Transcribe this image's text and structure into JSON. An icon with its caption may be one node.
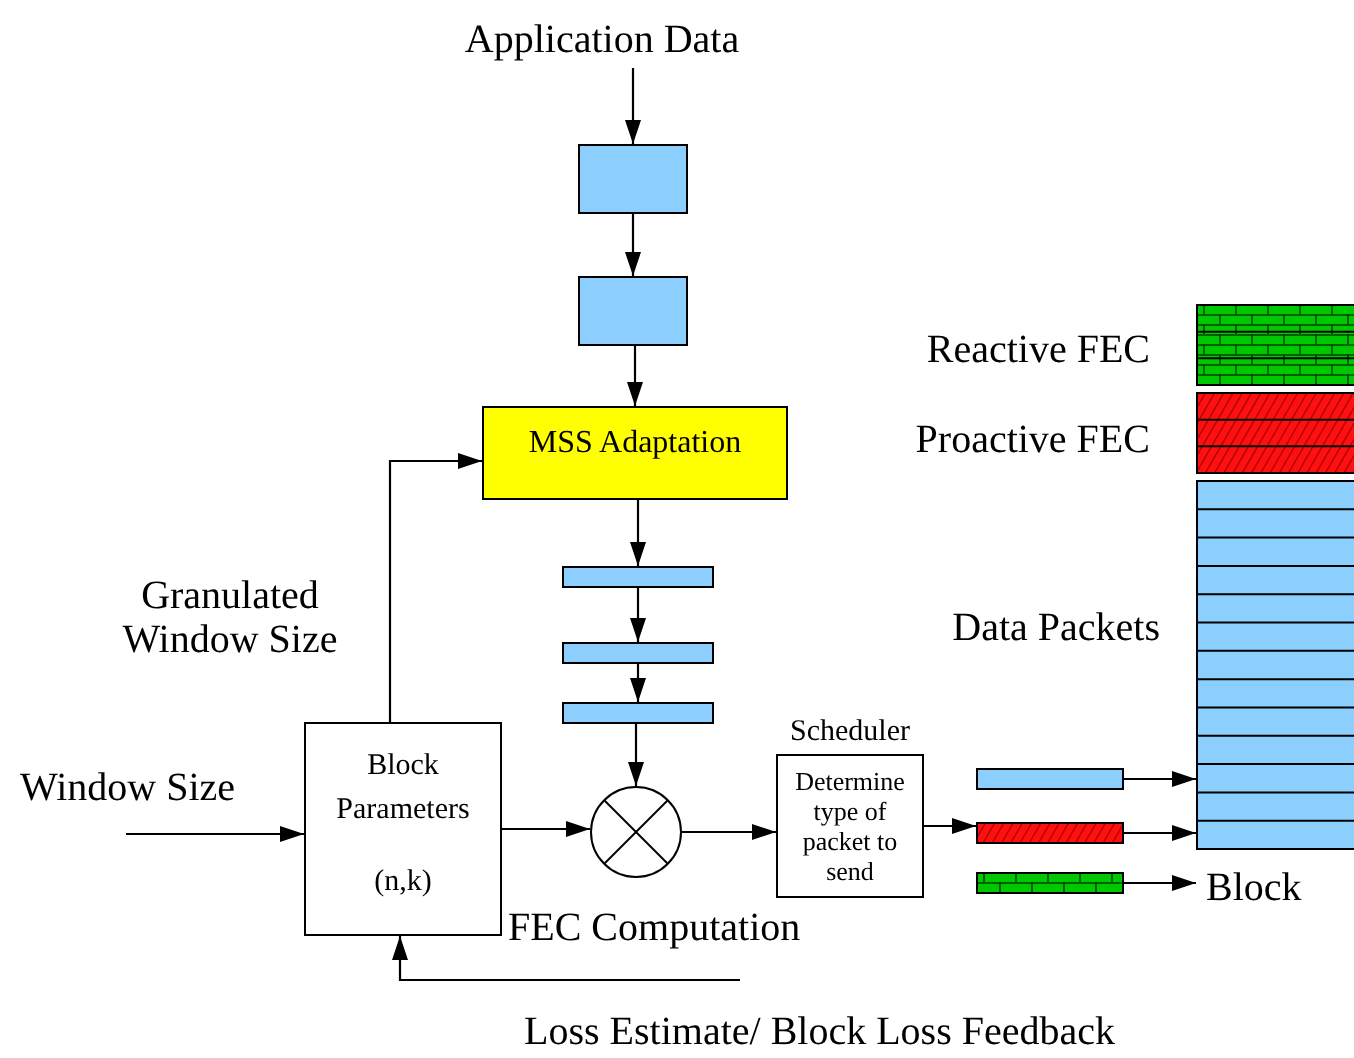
{
  "diagram": {
    "nodes": [
      {
        "text": [
          "Application Data"
        ]
      },
      {
        "text": [],
        "shape": "box"
      },
      {
        "text": [],
        "shape": "box"
      },
      {
        "text": [
          "MSS Adaptation"
        ]
      },
      {
        "text": [],
        "shape": "bar"
      },
      {
        "text": [],
        "shape": "bar"
      },
      {
        "text": [],
        "shape": "bar"
      },
      {
        "text": [
          "Block Parameters",
          "(n,k)"
        ]
      },
      {
        "text": [],
        "shape": "circle"
      },
      {
        "text": [
          "Scheduler",
          "Determine type of packet to send"
        ]
      },
      {
        "text": [],
        "shape": "bar"
      },
      {
        "text": [],
        "shape": "bar"
      },
      {
        "text": [],
        "shape": "bar"
      },
      {
        "text": [
          "Block"
        ]
      },
      {
        "text": [],
        "shape": "bar",
        "in": 13,
        "beside": [
          "Reactive FEC"
        ]
      },
      {
        "text": [],
        "shape": "bar",
        "in": 13,
        "beside": [
          "Proactive FEC"
        ]
      },
      {
        "text": [],
        "shape": "bar",
        "in": 13,
        "beside": [
          "Data Packets"
        ]
      }
    ],
    "edges": [
      {
        "from": 0,
        "to": 1,
        "arrow": "to"
      },
      {
        "from": 1,
        "to": 2,
        "arrow": "to"
      },
      {
        "from": 2,
        "to": 3,
        "arrow": "to"
      },
      {
        "from": 3,
        "to": 4,
        "arrow": "to"
      },
      {
        "from": 4,
        "to": 5,
        "arrow": "to"
      },
      {
        "from": 5,
        "to": 6,
        "arrow": "to"
      },
      {
        "from": 6,
        "to": 8,
        "arrow": "to"
      },
      {
        "from": 7,
        "to": 8,
        "arrow": "to"
      },
      {
        "from": 8,
        "to": 9,
        "arrow": "to"
      },
      {
        "from": 9,
        "to": 11,
        "arrow": "to"
      },
      {
        "from": 10,
        "to": 16,
        "arrow": "to"
      },
      {
        "from": 11,
        "to": 16,
        "arrow": "to"
      },
      {
        "from": 12,
        "to": 13,
        "arrow": "to"
      },
      {
        "from": null,
        "to": 7,
        "arrow": "to",
        "label": "Window Size"
      },
      {
        "from": 7,
        "to": 3,
        "arrow": "to",
        "label": "Granulated Window Size"
      },
      {
        "from": null,
        "to": 7,
        "arrow": "to",
        "label": "Loss Estimate/ Block Loss Feedback"
      }
    ],
    "labels": [
      "FEC Computation"
    ]
  }
}
